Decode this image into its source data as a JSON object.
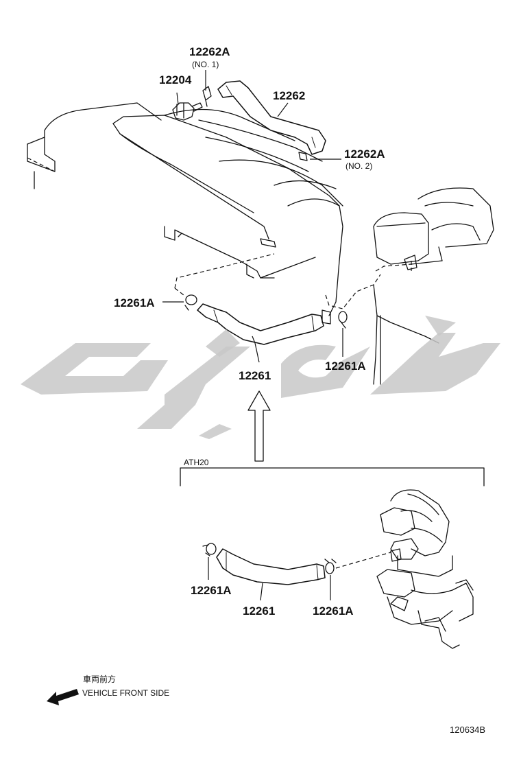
{
  "figure_number": "120634B",
  "variant_label": "ATH20",
  "orientation": {
    "japanese": "車両前方",
    "english": "VEHICLE FRONT SIDE"
  },
  "parts": {
    "p12262A_no1": {
      "number": "12262A",
      "note": "(NO. 1)"
    },
    "p12204": {
      "number": "12204"
    },
    "p12262": {
      "number": "12262"
    },
    "p12262A_no2": {
      "number": "12262A",
      "note": "(NO. 2)"
    },
    "p12261A_left": {
      "number": "12261A"
    },
    "p12261_upper": {
      "number": "12261"
    },
    "p12261A_right": {
      "number": "12261A"
    },
    "p12261A_lower_left": {
      "number": "12261A"
    },
    "p12261_lower": {
      "number": "12261"
    },
    "p12261A_lower_right": {
      "number": "12261A"
    }
  },
  "colors": {
    "line": "#111111",
    "watermark": "#c8c8c8",
    "background": "#ffffff"
  }
}
